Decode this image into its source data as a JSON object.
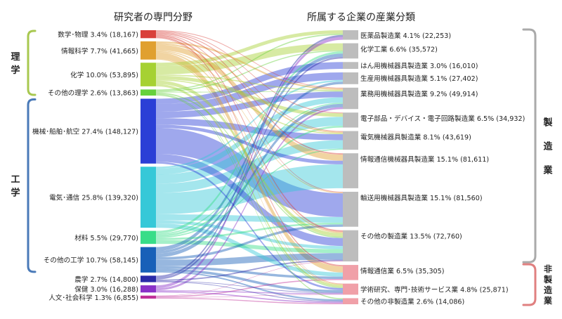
{
  "chart_data": {
    "type": "sankey",
    "left_column_title": "研究者の専門分野",
    "right_column_title": "所属する企業の産業分類",
    "sources": [
      {
        "name": "数学･物理",
        "pct": "3.4%",
        "count": "18,167",
        "value": 18167,
        "color": "#d9403a"
      },
      {
        "name": "情報科学",
        "pct": "7.7%",
        "count": "41,665",
        "value": 41665,
        "color": "#e0a030"
      },
      {
        "name": "化学",
        "pct": "10.0%",
        "count": "53,895",
        "value": 53895,
        "color": "#a6d132"
      },
      {
        "name": "その他の理学",
        "pct": "2.6%",
        "count": "13,863",
        "value": 13863,
        "color": "#66d13c"
      },
      {
        "name": "機械･船舶･航空",
        "pct": "27.4%",
        "count": "148,127",
        "value": 148127,
        "color": "#2b3fd6"
      },
      {
        "name": "電気･通信",
        "pct": "25.8%",
        "count": "139,320",
        "value": 139320,
        "color": "#36c8d8"
      },
      {
        "name": "材料",
        "pct": "5.5%",
        "count": "29,770",
        "value": 29770,
        "color": "#38dd88"
      },
      {
        "name": "その他の工学",
        "pct": "10.7%",
        "count": "58,145",
        "value": 58145,
        "color": "#1860b8"
      },
      {
        "name": "農学",
        "pct": "2.7%",
        "count": "14,800",
        "value": 14800,
        "color": "#2a2aa8"
      },
      {
        "name": "保健",
        "pct": "3.0%",
        "count": "16,288",
        "value": 16288,
        "color": "#8a30c8"
      },
      {
        "name": "人文･社会科学",
        "pct": "1.3%",
        "count": "6,855",
        "value": 6855,
        "color": "#c03098"
      }
    ],
    "targets": [
      {
        "name": "医薬品製造業",
        "pct": "4.1%",
        "count": "22,253",
        "value": 22253,
        "color": "#bdbdbd"
      },
      {
        "name": "化学工業",
        "pct": "6.6%",
        "count": "35,572",
        "value": 35572,
        "color": "#bdbdbd"
      },
      {
        "name": "はん用機械器具製造業",
        "pct": "3.0%",
        "count": "16,010",
        "value": 16010,
        "color": "#bdbdbd"
      },
      {
        "name": "生産用機械器具製造業",
        "pct": "5.1%",
        "count": "27,402",
        "value": 27402,
        "color": "#bdbdbd"
      },
      {
        "name": "業務用機械器具製造業",
        "pct": "9.2%",
        "count": "49,914",
        "value": 49914,
        "color": "#bdbdbd"
      },
      {
        "name": "電子部品・デバイス・電子回路製造業",
        "pct": "6.5%",
        "count": "34,932",
        "value": 34932,
        "color": "#bdbdbd"
      },
      {
        "name": "電気機械器具製造業",
        "pct": "8.1%",
        "count": "43,619",
        "value": 43619,
        "color": "#bdbdbd"
      },
      {
        "name": "情報通信機械器具製造業",
        "pct": "15.1%",
        "count": "81,611",
        "value": 81611,
        "color": "#bdbdbd"
      },
      {
        "name": "輸送用機械器具製造業",
        "pct": "15.1%",
        "count": "81,560",
        "value": 81560,
        "color": "#bdbdbd"
      },
      {
        "name": "その他の製造業",
        "pct": "13.5%",
        "count": "72,760",
        "value": 72760,
        "color": "#bdbdbd"
      },
      {
        "name": "情報通信業",
        "pct": "6.5%",
        "count": "35,305",
        "value": 35305,
        "color": "#f0a0a8"
      },
      {
        "name": "学術研究、専門･技術サービス業",
        "pct": "4.8%",
        "count": "25,871",
        "value": 25871,
        "color": "#f0a0a8"
      },
      {
        "name": "その他の非製造業",
        "pct": "2.6%",
        "count": "14,086",
        "value": 14086,
        "color": "#f0a0a8"
      }
    ],
    "left_groups": [
      {
        "label": "理学",
        "color": "#a8c850",
        "first": 0,
        "last": 3
      },
      {
        "label": "工学",
        "color": "#4a7ab8",
        "first": 4,
        "last": 7
      }
    ],
    "right_groups": [
      {
        "label": "製造業",
        "color": "#aaaaaa",
        "first": 0,
        "last": 9
      },
      {
        "label": "非製造業",
        "color": "#e08080",
        "first": 10,
        "last": 12
      }
    ],
    "flows": {
      "数学･物理": {
        "その他の製造業": 0.2,
        "情報通信業": 0.2,
        "情報通信機械器具製造業": 0.15,
        "電気機械器具製造業": 0.1,
        "電子部品・デバイス・電子回路製造業": 0.1,
        "輸送用機械器具製造業": 0.1,
        "業務用機械器具製造業": 0.1,
        "学術研究、専門･技術サービス業": 0.05
      },
      "情報科学": {
        "情報通信業": 0.35,
        "情報通信機械器具製造業": 0.3,
        "業務用機械器具製造業": 0.1,
        "電気機械器具製造業": 0.08,
        "その他の製造業": 0.07,
        "学術研究、専門･技術サービス業": 0.05,
        "輸送用機械器具製造業": 0.05
      },
      "化学": {
        "化学工業": 0.35,
        "医薬品製造業": 0.15,
        "電子部品・デバイス・電子回路製造業": 0.15,
        "その他の製造業": 0.15,
        "業務用機械器具製造業": 0.05,
        "学術研究、専門･技術サービス業": 0.1,
        "電気機械器具製造業": 0.05
      },
      "その他の理学": {
        "医薬品製造業": 0.2,
        "化学工業": 0.2,
        "その他の製造業": 0.2,
        "学術研究、専門･技術サービス業": 0.15,
        "その他の非製造業": 0.15,
        "業務用機械器具製造業": 0.1
      },
      "機械･船舶･航空": {
        "輸送用機械器具製造業": 0.4,
        "はん用機械器具製造業": 0.08,
        "生産用機械器具製造業": 0.12,
        "業務用機械器具製造業": 0.1,
        "電気機械器具製造業": 0.1,
        "その他の製造業": 0.12,
        "情報通信機械器具製造業": 0.05,
        "学術研究、専門･技術サービス業": 0.03
      },
      "電気･通信": {
        "情報通信機械器具製造業": 0.35,
        "電子部品・デバイス・電子回路製造業": 0.15,
        "電気機械器具製造業": 0.15,
        "輸送用機械器具製造業": 0.1,
        "業務用機械器具製造業": 0.1,
        "情報通信業": 0.07,
        "その他の製造業": 0.05,
        "生産用機械器具製造業": 0.03
      },
      "材料": {
        "その他の製造業": 0.3,
        "化学工業": 0.2,
        "電子部品・デバイス・電子回路製造業": 0.15,
        "輸送用機械器具製造業": 0.15,
        "電気機械器具製造業": 0.1,
        "業務用機械器具製造業": 0.1
      },
      "その他の工学": {
        "その他の製造業": 0.25,
        "化学工業": 0.15,
        "業務用機械器具製造業": 0.15,
        "輸送用機械器具製造業": 0.1,
        "生産用機械器具製造業": 0.1,
        "情報通信業": 0.1,
        "学術研究、専門･技術サービス業": 0.1,
        "その他の非製造業": 0.05
      },
      "農学": {
        "医薬品製造業": 0.3,
        "化学工業": 0.3,
        "その他の製造業": 0.2,
        "その他の非製造業": 0.1,
        "学術研究、専門･技術サービス業": 0.1
      },
      "保健": {
        "医薬品製造業": 0.4,
        "業務用機械器具製造業": 0.3,
        "その他の非製造業": 0.15,
        "学術研究、専門･技術サービス業": 0.15
      },
      "人文･社会科学": {
        "情報通信業": 0.4,
        "その他の非製造業": 0.3,
        "その他の製造業": 0.15,
        "学術研究、専門･技術サービス業": 0.15
      }
    }
  }
}
